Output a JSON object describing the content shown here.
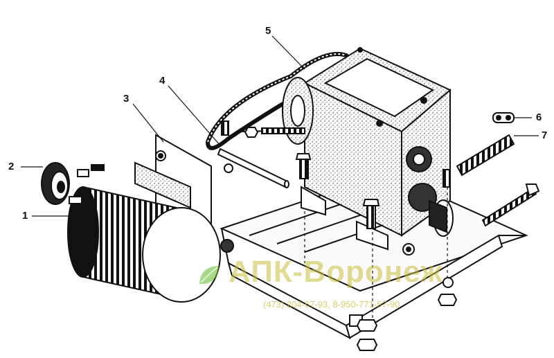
{
  "callouts": {
    "c1": "1",
    "c2": "2",
    "c3": "3",
    "c4": "4",
    "c5": "5",
    "c6": "6",
    "c7": "7"
  },
  "watermark": {
    "title": "АПК-Воронеж",
    "phone": "(473) 204-67-93, 8-950-771-57-90",
    "color": "#c8be3c",
    "leaf_color": "#6cbf3a"
  }
}
